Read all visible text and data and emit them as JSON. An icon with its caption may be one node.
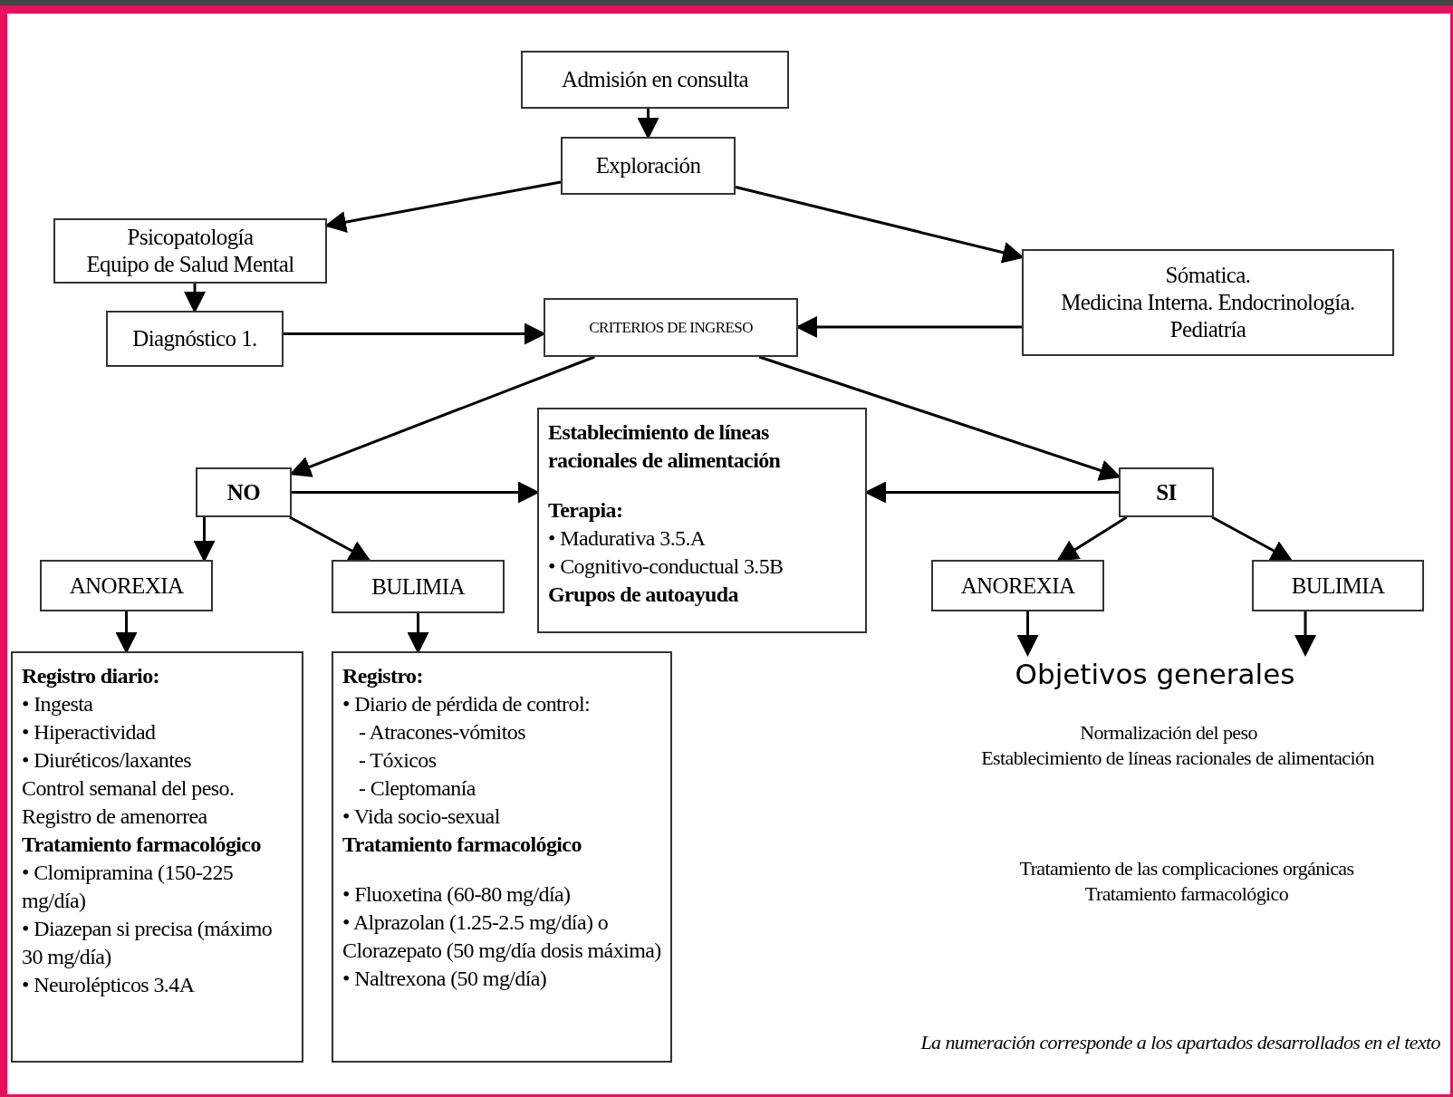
{
  "diagram": {
    "nodes": [
      {
        "text": [
          "Admisión en consulta"
        ]
      },
      {
        "text": [
          "Exploración"
        ]
      },
      {
        "text": [
          "Psicopatología",
          "Equipo de Salud Mental"
        ]
      },
      {
        "text": [
          "Diagnóstico 1."
        ]
      },
      {
        "text": [
          "CRITERIOS DE INGRESO"
        ]
      },
      {
        "text": [
          "Sómatica.",
          "Medicina Interna. Endocrinología. Pediatría"
        ]
      },
      {
        "text": [
          "NO"
        ]
      },
      {
        "text": [
          "Establecimiento de líneas racionales de alimentación",
          "Terapia:",
          "• Madurativa 3.5.A",
          "• Cognitivo-conductual 3.5B",
          "Grupos de autoayuda"
        ]
      },
      {
        "text": [
          "SI"
        ]
      },
      {
        "text": [
          "ANOREXIA"
        ]
      },
      {
        "text": [
          "BULIMIA"
        ]
      },
      {
        "text": [
          "Registro diario:",
          "• Ingesta",
          "• Hiperactividad",
          "• Diuréticos/laxantes",
          "Control semanal del peso.",
          "Registro de amenorrea",
          "Tratamiento farmacológico",
          "• Clomipramina (150-225 mg/día)",
          "• Diazepan si precisa (máximo 30 mg/día)",
          "• Neurolépticos 3.4A"
        ]
      },
      {
        "text": [
          "Registro:",
          "• Diario de pérdida de control:",
          "- Atracones-vómitos",
          "- Tóxicos",
          "- Cleptomanía",
          "• Vida socio-sexual",
          "Tratamiento farmacológico",
          "• Fluoxetina (60-80 mg/día)",
          "• Alprazolan (1.25-2.5 mg/día) o Clorazepato (50 mg/día dosis máxima)",
          "• Naltrexona (50 mg/día)"
        ]
      },
      {
        "text": [
          "ANOREXIA"
        ]
      },
      {
        "text": [
          "BULIMIA"
        ]
      },
      {
        "text": [
          "Objetivos generales"
        ]
      }
    ],
    "edges": [
      {
        "from": 0,
        "to": 1,
        "arrow": "to"
      },
      {
        "from": 1,
        "to": 2,
        "arrow": "to"
      },
      {
        "from": 1,
        "to": 5,
        "arrow": "to"
      },
      {
        "from": 2,
        "to": 3,
        "arrow": "to"
      },
      {
        "from": 3,
        "to": 4,
        "arrow": "to"
      },
      {
        "from": 5,
        "to": 4,
        "arrow": "to"
      },
      {
        "from": 4,
        "to": 6,
        "arrow": "to"
      },
      {
        "from": 4,
        "to": 8,
        "arrow": "to"
      },
      {
        "from": 6,
        "to": 7,
        "arrow": "to"
      },
      {
        "from": 8,
        "to": 7,
        "arrow": "to"
      },
      {
        "from": 6,
        "to": 9,
        "arrow": "to"
      },
      {
        "from": 6,
        "to": 10,
        "arrow": "to"
      },
      {
        "from": 8,
        "to": 13,
        "arrow": "to"
      },
      {
        "from": 8,
        "to": 14,
        "arrow": "to"
      },
      {
        "from": 9,
        "to": 11,
        "arrow": "to"
      },
      {
        "from": 10,
        "to": 12,
        "arrow": "to"
      },
      {
        "from": 13,
        "to": 15,
        "arrow": "to"
      },
      {
        "from": 14,
        "to": 15,
        "arrow": "to"
      }
    ],
    "labels": [
      "Normalización del peso",
      "Establecimiento de líneas racionales de alimentación",
      "Tratamiento de las complicaciones orgánicas",
      "Tratamiento farmacológico",
      "La numeración corresponde a los apartados desarrollados en el texto"
    ]
  }
}
